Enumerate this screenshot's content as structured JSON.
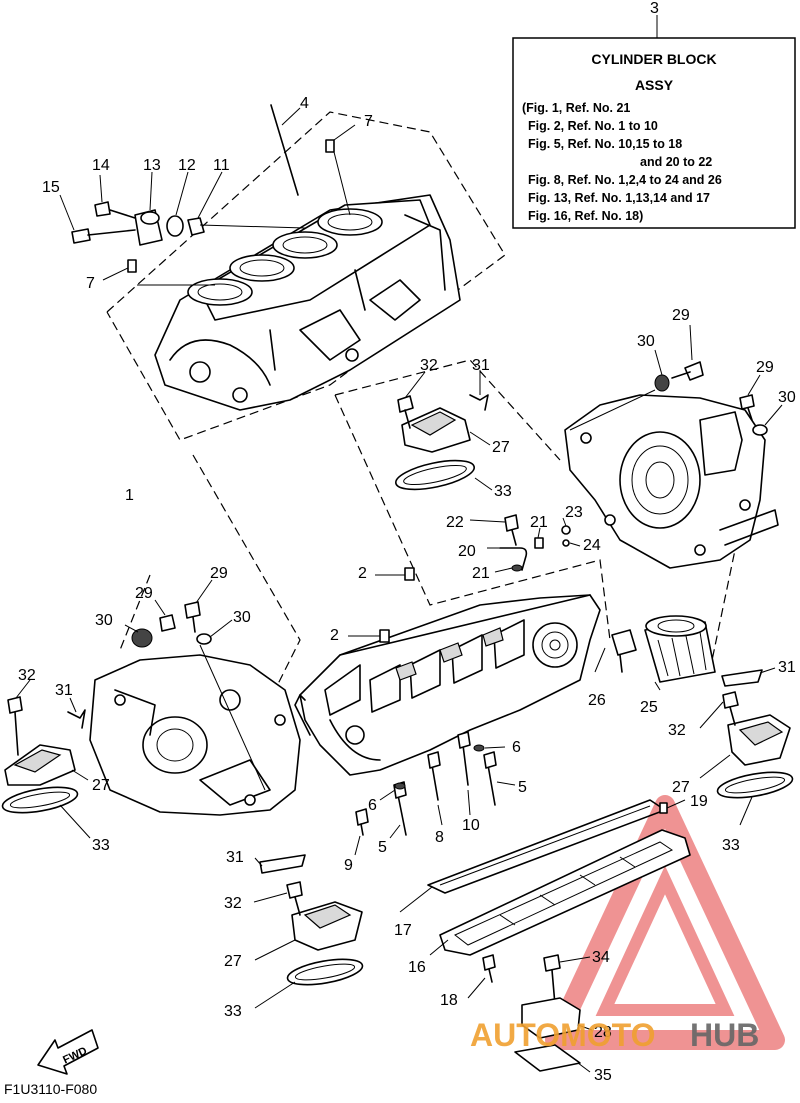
{
  "info_box": {
    "number": "3",
    "title_line1": "CYLINDER BLOCK",
    "title_line2": "ASSY",
    "lines": [
      "(Fig. 1, Ref. No. 21",
      "Fig. 2, Ref. No. 1 to 10",
      "Fig. 5, Ref. No. 10,15 to 18",
      "and 20 to 22",
      "Fig. 8, Ref. No. 1,2,4 to 24 and 26",
      "Fig. 13, Ref. No. 1,13,14 and 17",
      "Fig. 16, Ref. No. 18)"
    ]
  },
  "diagram_code": "F1U3110-F080",
  "fwd_label": "FWD",
  "watermark": {
    "part1": "AUTOMOTO",
    "part2": "HUB"
  },
  "callouts": [
    "4",
    "7",
    "14",
    "13",
    "12",
    "11",
    "15",
    "7",
    "1",
    "32",
    "31",
    "27",
    "33",
    "29",
    "30",
    "29",
    "30",
    "22",
    "21",
    "23",
    "20",
    "24",
    "2",
    "21",
    "2",
    "29",
    "29",
    "30",
    "30",
    "32",
    "31",
    "27",
    "33",
    "26",
    "25",
    "31",
    "32",
    "6",
    "5",
    "10",
    "8",
    "5",
    "6",
    "9",
    "27",
    "19",
    "33",
    "31",
    "32",
    "17",
    "27",
    "16",
    "34",
    "33",
    "18",
    "28",
    "35"
  ],
  "colors": {
    "line": "#000000",
    "watermark_red": "#e23b3b",
    "watermark_orange": "#f0a030",
    "watermark_gray": "#666666"
  }
}
